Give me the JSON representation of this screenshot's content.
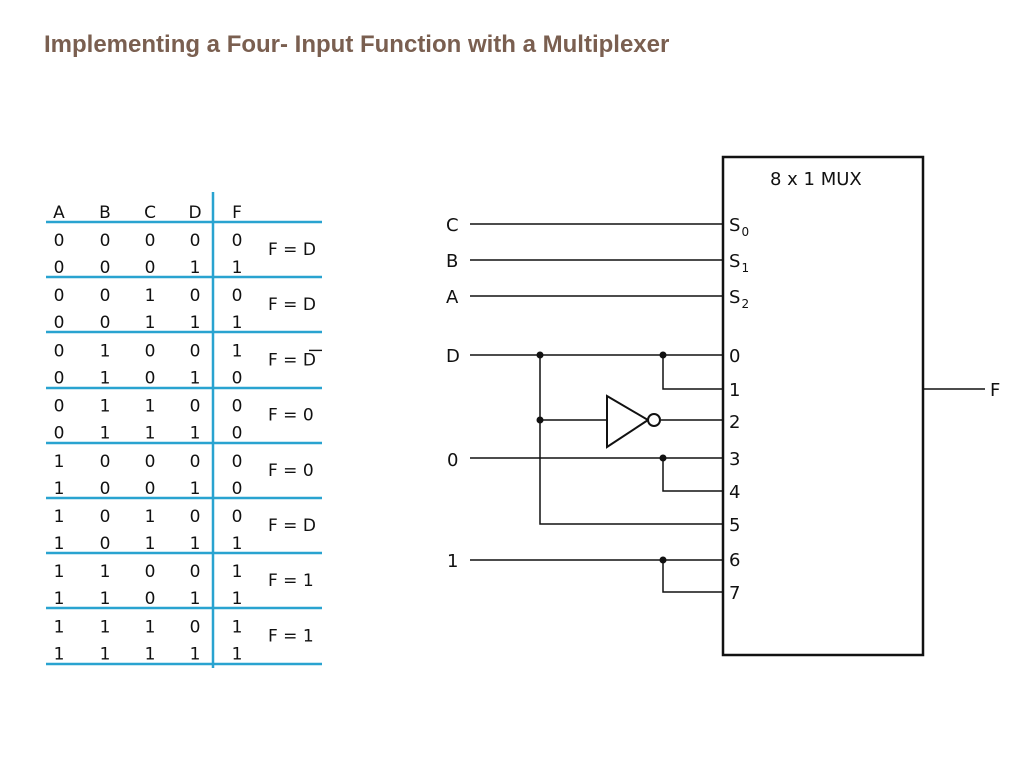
{
  "title": "Implementing a Four- Input Function with a Multiplexer",
  "colors": {
    "title": "#7a5f50",
    "table_line": "#29a3d0",
    "ink": "#111111"
  },
  "truth_table": {
    "headers": [
      "A",
      "B",
      "C",
      "D",
      "F"
    ],
    "rows": [
      [
        "0",
        "0",
        "0",
        "0",
        "0"
      ],
      [
        "0",
        "0",
        "0",
        "1",
        "1"
      ],
      [
        "0",
        "0",
        "1",
        "0",
        "0"
      ],
      [
        "0",
        "0",
        "1",
        "1",
        "1"
      ],
      [
        "0",
        "1",
        "0",
        "0",
        "1"
      ],
      [
        "0",
        "1",
        "0",
        "1",
        "0"
      ],
      [
        "0",
        "1",
        "1",
        "0",
        "0"
      ],
      [
        "0",
        "1",
        "1",
        "1",
        "0"
      ],
      [
        "1",
        "0",
        "0",
        "0",
        "0"
      ],
      [
        "1",
        "0",
        "0",
        "1",
        "0"
      ],
      [
        "1",
        "0",
        "1",
        "0",
        "0"
      ],
      [
        "1",
        "0",
        "1",
        "1",
        "1"
      ],
      [
        "1",
        "1",
        "0",
        "0",
        "1"
      ],
      [
        "1",
        "1",
        "0",
        "1",
        "1"
      ],
      [
        "1",
        "1",
        "1",
        "0",
        "1"
      ],
      [
        "1",
        "1",
        "1",
        "1",
        "1"
      ]
    ],
    "functions": [
      "F = D",
      "F = D",
      "F = D",
      "F = 0",
      "F = 0",
      "F = D",
      "F = 1",
      "F = 1"
    ],
    "complemented_functions": [
      2
    ]
  },
  "mux": {
    "label": "8 x 1 MUX",
    "select_lines": [
      {
        "input": "C",
        "pin": "S",
        "sub": "0"
      },
      {
        "input": "B",
        "pin": "S",
        "sub": "1"
      },
      {
        "input": "A",
        "pin": "S",
        "sub": "2"
      }
    ],
    "data_pins": [
      "0",
      "1",
      "2",
      "3",
      "4",
      "5",
      "6",
      "7"
    ],
    "data_sources": {
      "d": "D",
      "zero": "0",
      "one": "1"
    },
    "output": "F"
  }
}
